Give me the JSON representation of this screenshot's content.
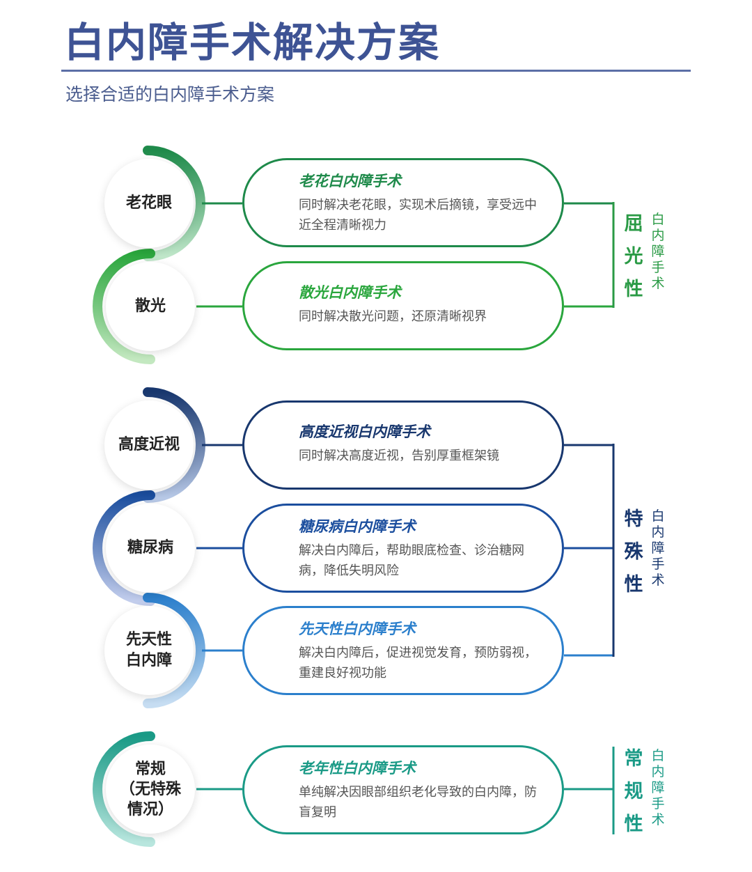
{
  "header": {
    "title": "白内障手术解决方案",
    "subtitle": "选择合适的白内障手术方案"
  },
  "colors": {
    "green_dark": "#1e8a4a",
    "green": "#2aa63d",
    "navy": "#18376e",
    "blue": "#1b4e9e",
    "sky": "#2b7fcc",
    "teal": "#1a9a86",
    "title": "#3e5394"
  },
  "groups": [
    {
      "category": "屈光性",
      "category_sub": "白内障手术",
      "items": [
        {
          "node": "老花眼",
          "card_title": "老花白内障手术",
          "card_desc": "同时解决老花眼，实现术后摘镜，享受远中近全程清晰视力"
        },
        {
          "node": "散光",
          "card_title": "散光白内障手术",
          "card_desc": "同时解决散光问题，还原清晰视界"
        }
      ]
    },
    {
      "category": "特殊性",
      "category_sub": "白内障手术",
      "items": [
        {
          "node": "高度近视",
          "card_title": "高度近视白内障手术",
          "card_desc": "同时解决高度近视，告别厚重框架镜"
        },
        {
          "node": "糖尿病",
          "card_title": "糖尿病白内障手术",
          "card_desc": "解决白内障后，帮助眼底检查、诊治糖网病，降低失明风险"
        },
        {
          "node": "先天性\n白内障",
          "card_title": "先天性白内障手术",
          "card_desc": "解决白内障后，促进视觉发育，预防弱视，重建良好视功能"
        }
      ]
    },
    {
      "category": "常规性",
      "category_sub": "白内障手术",
      "items": [
        {
          "node": "常规\n（无特殊\n情况）",
          "card_title": "老年性白内障手术",
          "card_desc": "单纯解决因眼部组织老化导致的白内障，防盲复明"
        }
      ]
    }
  ]
}
